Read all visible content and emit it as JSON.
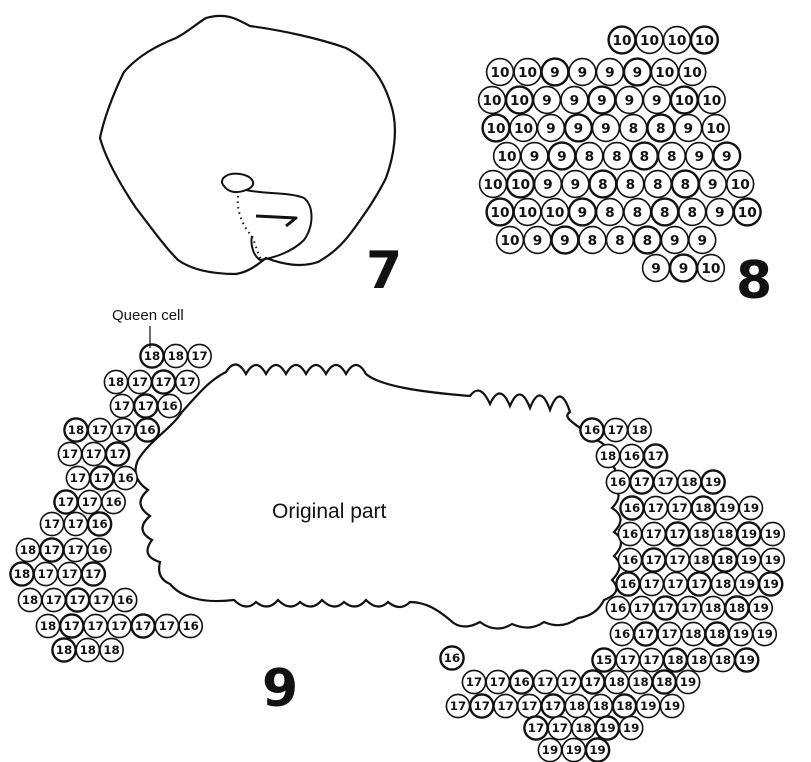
{
  "figures": {
    "fig7": {
      "label": "7"
    },
    "fig8": {
      "label": "8",
      "rows": [
        [
          "10",
          "10",
          "10",
          "10"
        ],
        [
          "10",
          "10",
          "9",
          "9",
          "9",
          "9",
          "10",
          "10"
        ],
        [
          "10",
          "10",
          "9",
          "9",
          "9",
          "9",
          "9",
          "10",
          "10"
        ],
        [
          "10",
          "10",
          "9",
          "9",
          "9",
          "8",
          "8",
          "9",
          "10"
        ],
        [
          "10",
          "9",
          "9",
          "8",
          "8",
          "8",
          "8",
          "9",
          "9"
        ],
        [
          "10",
          "10",
          "9",
          "9",
          "8",
          "8",
          "8",
          "8",
          "9",
          "10"
        ],
        [
          "10",
          "10",
          "10",
          "9",
          "8",
          "8",
          "8",
          "8",
          "9",
          "10"
        ],
        [
          "10",
          "9",
          "9",
          "8",
          "8",
          "8",
          "9",
          "9"
        ],
        [
          "9",
          "9",
          "10"
        ]
      ]
    },
    "fig9": {
      "label": "9",
      "queen_cell_label": "Queen cell",
      "original_part_label": "Original part",
      "left_rows": [
        [
          "18",
          "18",
          "17"
        ],
        [
          "18",
          "17",
          "17",
          "17"
        ],
        [
          "17",
          "17",
          "16"
        ],
        [
          "18",
          "17",
          "17",
          "16"
        ],
        [
          "17",
          "17",
          "17"
        ],
        [
          "17",
          "17",
          "16"
        ],
        [
          "17",
          "17",
          "16"
        ],
        [
          "17",
          "17",
          "16"
        ],
        [
          "18",
          "17",
          "17",
          "16"
        ],
        [
          "18",
          "17",
          "17",
          "17"
        ],
        [
          "18",
          "17",
          "17",
          "17",
          "16"
        ],
        [
          "18",
          "17",
          "17",
          "17",
          "17",
          "17",
          "16"
        ],
        [
          "18",
          "18",
          "18"
        ]
      ],
      "right_rows": [
        [
          "16",
          "17",
          "18"
        ],
        [
          "18",
          "16",
          "17"
        ],
        [
          "16",
          "17",
          "17",
          "18",
          "19"
        ],
        [
          "16",
          "17",
          "17",
          "18",
          "19",
          "19"
        ],
        [
          "16",
          "17",
          "17",
          "18",
          "18",
          "19",
          "19"
        ],
        [
          "16",
          "17",
          "17",
          "18",
          "18",
          "19",
          "19"
        ],
        [
          "16",
          "17",
          "17",
          "17",
          "18",
          "19",
          "19"
        ],
        [
          "16",
          "17",
          "17",
          "17",
          "18",
          "18",
          "19"
        ],
        [
          "16",
          "17",
          "17",
          "18",
          "18",
          "19",
          "19"
        ],
        [
          "15",
          "17",
          "17",
          "18",
          "18",
          "18",
          "19"
        ]
      ],
      "bottom_rows": [
        [
          "16"
        ],
        [
          "17",
          "17",
          "16",
          "17",
          "17",
          "17",
          "18",
          "18",
          "18",
          "19"
        ],
        [
          "17",
          "17",
          "17",
          "17",
          "17",
          "18",
          "18",
          "18",
          "19",
          "19"
        ],
        [
          "17",
          "17",
          "18",
          "19",
          "19"
        ],
        [
          "19",
          "19",
          "19"
        ]
      ]
    }
  }
}
